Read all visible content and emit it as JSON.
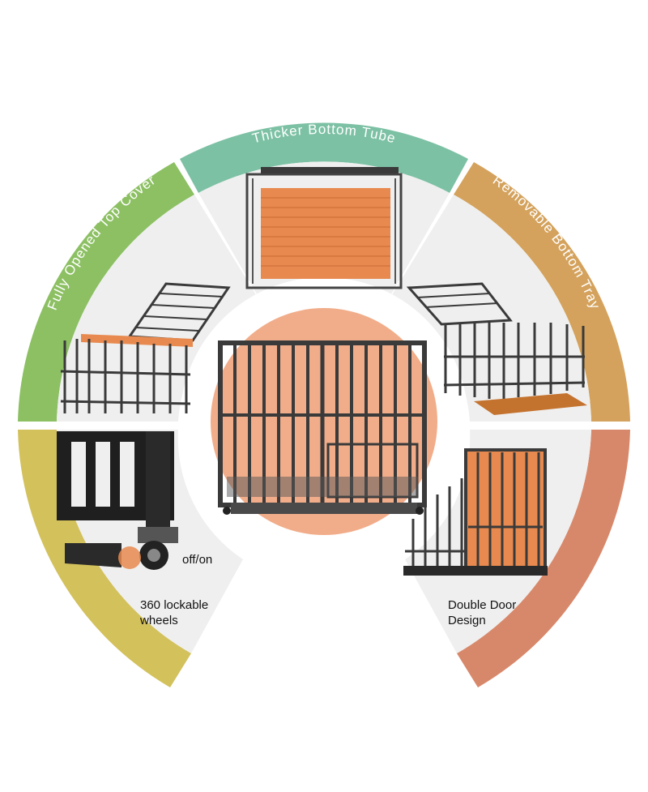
{
  "arc_labels": {
    "top": "Thicker Bottom Tube",
    "top_left": "Fully Opened Top Cover",
    "top_right": "Removable Bottom Tray"
  },
  "wheel_toggle_label": "off/on",
  "wheels_label_line1": "360 lockable",
  "wheels_label_line2": "wheels",
  "door_label_line1": "Double Door",
  "door_label_line2": "Design",
  "colors": {
    "green": "#8cc063",
    "teal": "#7dc1a5",
    "tan": "#d4a25c",
    "olive": "#d3c15c",
    "coral": "#d8886a",
    "orange_center": "#f1ad8a",
    "tray": "#e88a4f",
    "frame": "#3a3a3a",
    "panel_bg": "#efefef"
  }
}
